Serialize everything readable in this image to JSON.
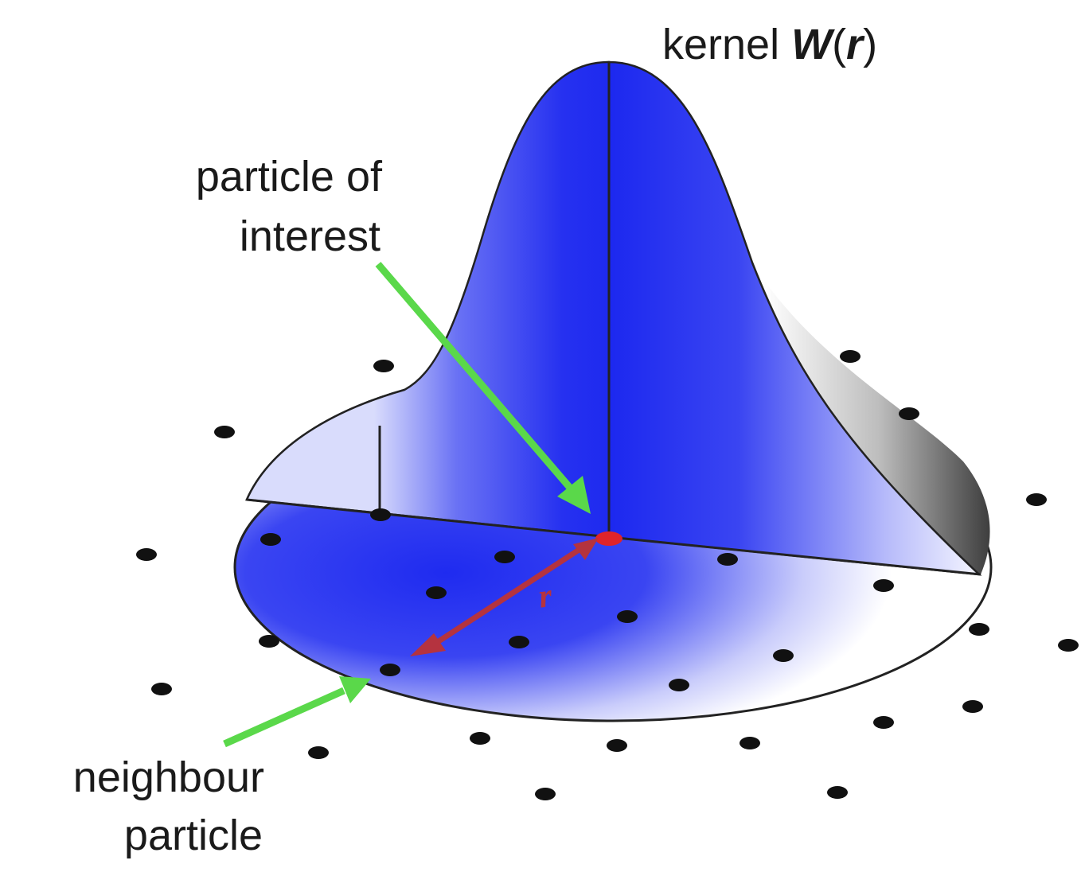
{
  "labels": {
    "kernel_prefix": "kernel ",
    "kernel_symbol_W": "W",
    "kernel_paren_open": "(",
    "kernel_symbol_r": "r",
    "kernel_paren_close": ")",
    "particle_of_interest_line1": "particle of",
    "particle_of_interest_line2": "interest",
    "neighbour_particle_line1": "neighbour",
    "neighbour_particle_line2": "particle",
    "radius_symbol": "r"
  },
  "colors": {
    "kernel_fill": "#1f2bf0",
    "kernel_shade": "#555555",
    "arrow_green": "#5ad84a",
    "arrow_red": "#b5333f",
    "center_particle": "#e0242a",
    "particle": "#111111",
    "outline": "#222222"
  },
  "icons": {
    "particle": "filled-circle",
    "pointer": "arrow"
  }
}
